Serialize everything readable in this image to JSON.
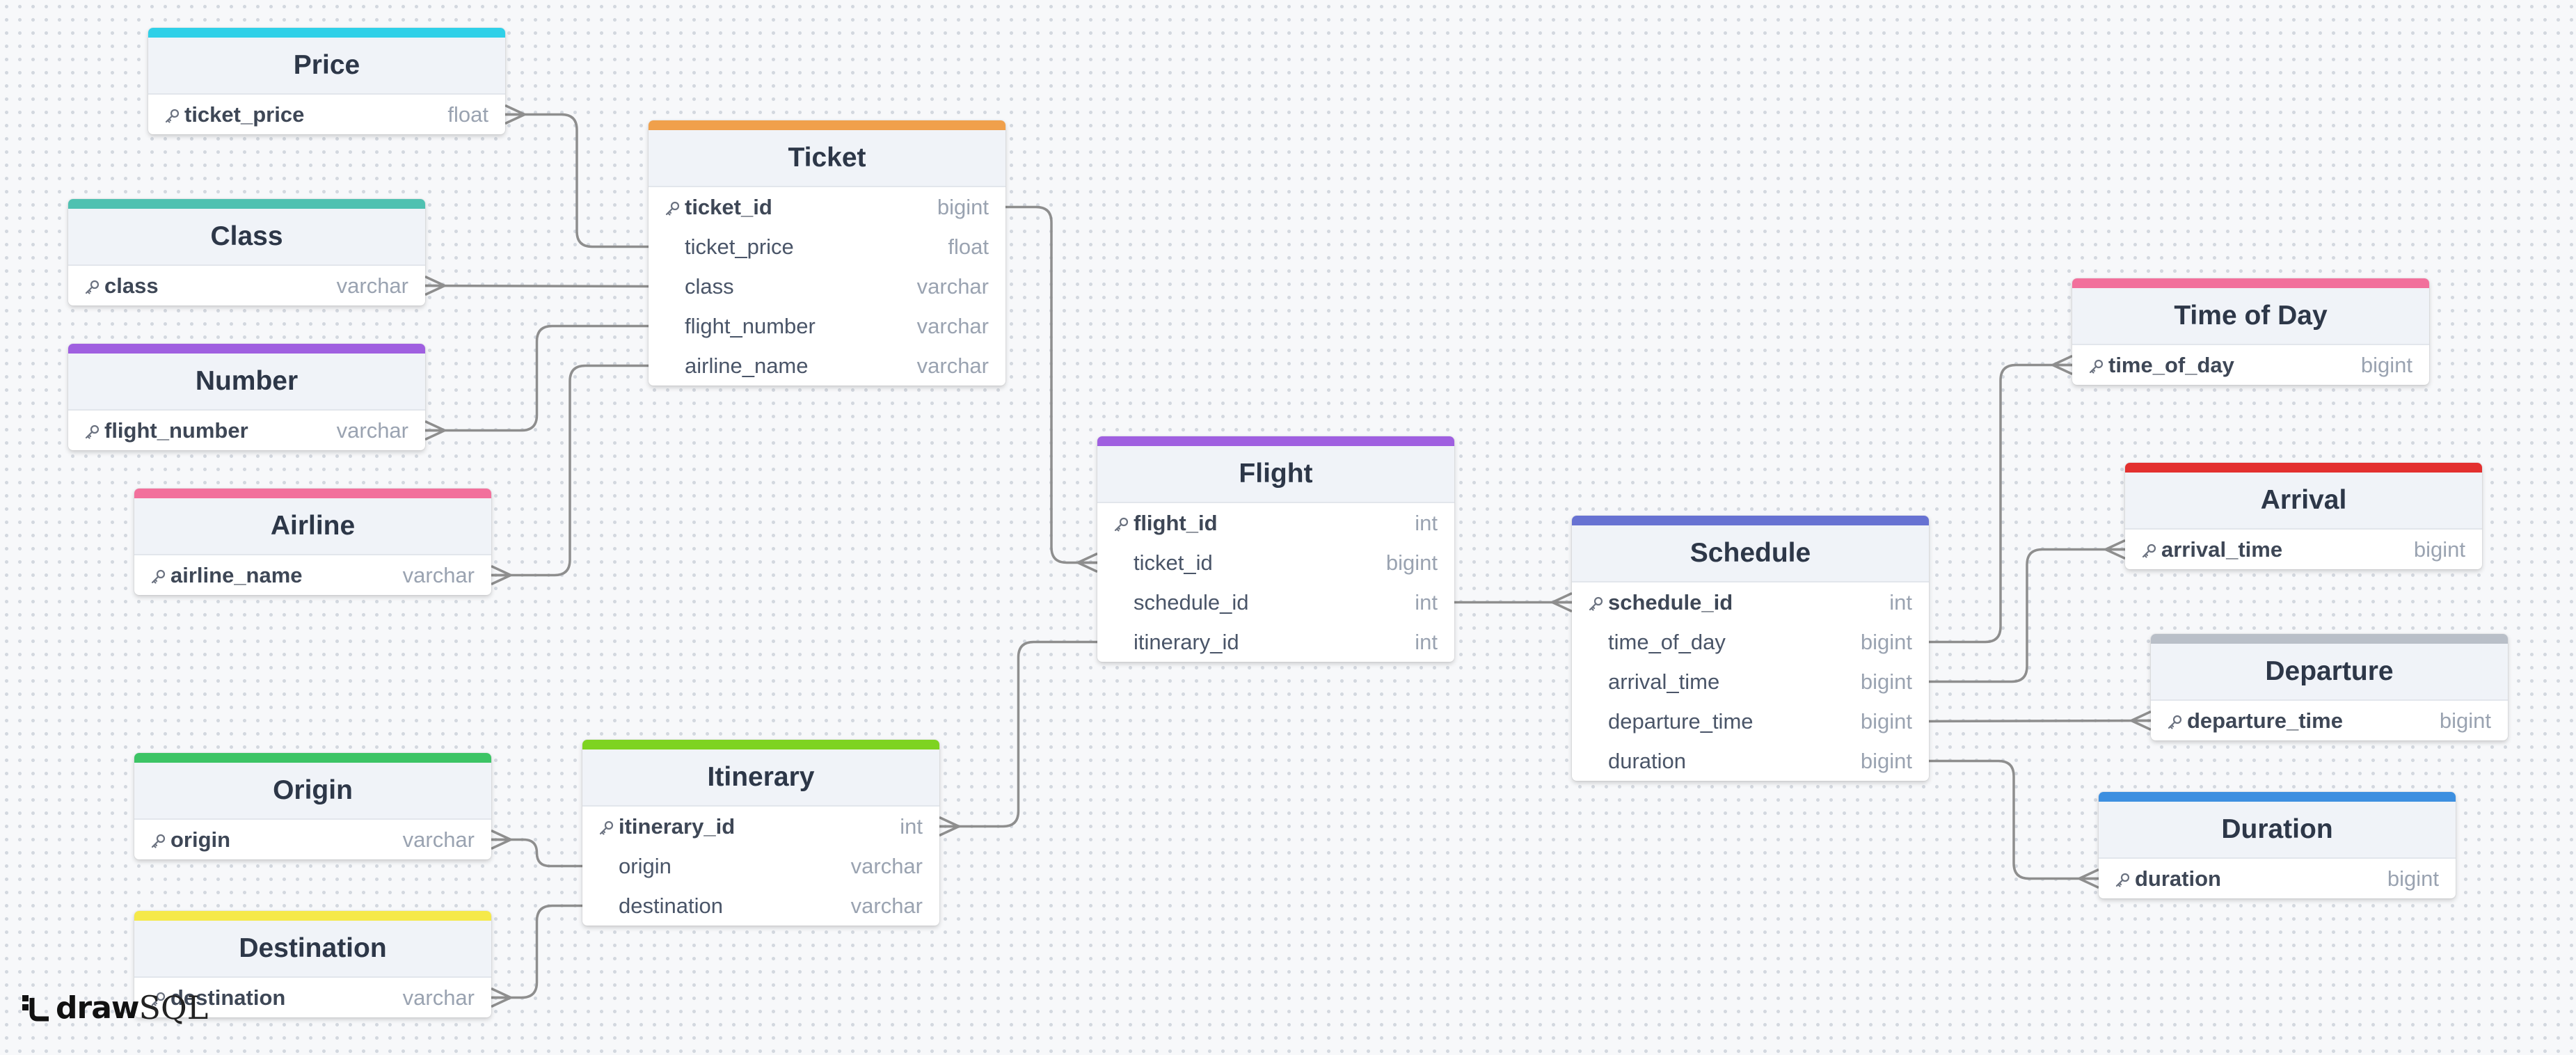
{
  "brand": {
    "draw": "draw",
    "sql": "SQL"
  },
  "tables": [
    {
      "id": "price",
      "title": "Price",
      "color": "#2fd0e8",
      "columns": [
        {
          "name": "ticket_price",
          "type": "float",
          "pk": true
        }
      ]
    },
    {
      "id": "ticket",
      "title": "Ticket",
      "color": "#f0a04b",
      "columns": [
        {
          "name": "ticket_id",
          "type": "bigint",
          "pk": true
        },
        {
          "name": "ticket_price",
          "type": "float",
          "pk": false
        },
        {
          "name": "class",
          "type": "varchar",
          "pk": false
        },
        {
          "name": "flight_number",
          "type": "varchar",
          "pk": false
        },
        {
          "name": "airline_name",
          "type": "varchar",
          "pk": false
        }
      ]
    },
    {
      "id": "class",
      "title": "Class",
      "color": "#4fc1b1",
      "columns": [
        {
          "name": "class",
          "type": "varchar",
          "pk": true
        }
      ]
    },
    {
      "id": "number",
      "title": "Number",
      "color": "#9f5fe0",
      "columns": [
        {
          "name": "flight_number",
          "type": "varchar",
          "pk": true
        }
      ]
    },
    {
      "id": "airline",
      "title": "Airline",
      "color": "#f2709c",
      "columns": [
        {
          "name": "airline_name",
          "type": "varchar",
          "pk": true
        }
      ]
    },
    {
      "id": "flight",
      "title": "Flight",
      "color": "#9f5fe0",
      "columns": [
        {
          "name": "flight_id",
          "type": "int",
          "pk": true
        },
        {
          "name": "ticket_id",
          "type": "bigint",
          "pk": false
        },
        {
          "name": "schedule_id",
          "type": "int",
          "pk": false
        },
        {
          "name": "itinerary_id",
          "type": "int",
          "pk": false
        }
      ]
    },
    {
      "id": "schedule",
      "title": "Schedule",
      "color": "#6772d2",
      "columns": [
        {
          "name": "schedule_id",
          "type": "int",
          "pk": true
        },
        {
          "name": "time_of_day",
          "type": "bigint",
          "pk": false
        },
        {
          "name": "arrival_time",
          "type": "bigint",
          "pk": false
        },
        {
          "name": "departure_time",
          "type": "bigint",
          "pk": false
        },
        {
          "name": "duration",
          "type": "bigint",
          "pk": false
        }
      ]
    },
    {
      "id": "timeofday",
      "title": "Time of Day",
      "color": "#f2709c",
      "columns": [
        {
          "name": "time_of_day",
          "type": "bigint",
          "pk": true
        }
      ]
    },
    {
      "id": "arrival",
      "title": "Arrival",
      "color": "#e3302f",
      "columns": [
        {
          "name": "arrival_time",
          "type": "bigint",
          "pk": true
        }
      ]
    },
    {
      "id": "departure",
      "title": "Departure",
      "color": "#b9bfc8",
      "columns": [
        {
          "name": "departure_time",
          "type": "bigint",
          "pk": true
        }
      ]
    },
    {
      "id": "duration",
      "title": "Duration",
      "color": "#3d8fe0",
      "columns": [
        {
          "name": "duration",
          "type": "bigint",
          "pk": true
        }
      ]
    },
    {
      "id": "origin",
      "title": "Origin",
      "color": "#3cc465",
      "columns": [
        {
          "name": "origin",
          "type": "varchar",
          "pk": true
        }
      ]
    },
    {
      "id": "itinerary",
      "title": "Itinerary",
      "color": "#7ed321",
      "columns": [
        {
          "name": "itinerary_id",
          "type": "int",
          "pk": true
        },
        {
          "name": "origin",
          "type": "varchar",
          "pk": false
        },
        {
          "name": "destination",
          "type": "varchar",
          "pk": false
        }
      ]
    },
    {
      "id": "destination",
      "title": "Destination",
      "color": "#f5e94a",
      "columns": [
        {
          "name": "destination",
          "type": "varchar",
          "pk": true
        }
      ]
    }
  ],
  "relationships": [
    {
      "from": "ticket.ticket_price",
      "to": "price.ticket_price"
    },
    {
      "from": "ticket.class",
      "to": "class.class"
    },
    {
      "from": "ticket.flight_number",
      "to": "number.flight_number"
    },
    {
      "from": "ticket.airline_name",
      "to": "airline.airline_name"
    },
    {
      "from": "ticket.ticket_id",
      "to": "flight.ticket_id"
    },
    {
      "from": "flight.schedule_id",
      "to": "schedule.schedule_id"
    },
    {
      "from": "flight.itinerary_id",
      "to": "itinerary.itinerary_id"
    },
    {
      "from": "schedule.time_of_day",
      "to": "timeofday.time_of_day"
    },
    {
      "from": "schedule.arrival_time",
      "to": "arrival.arrival_time"
    },
    {
      "from": "schedule.departure_time",
      "to": "departure.departure_time"
    },
    {
      "from": "schedule.duration",
      "to": "duration.duration"
    },
    {
      "from": "itinerary.origin",
      "to": "origin.origin"
    },
    {
      "from": "itinerary.destination",
      "to": "destination.destination"
    }
  ]
}
